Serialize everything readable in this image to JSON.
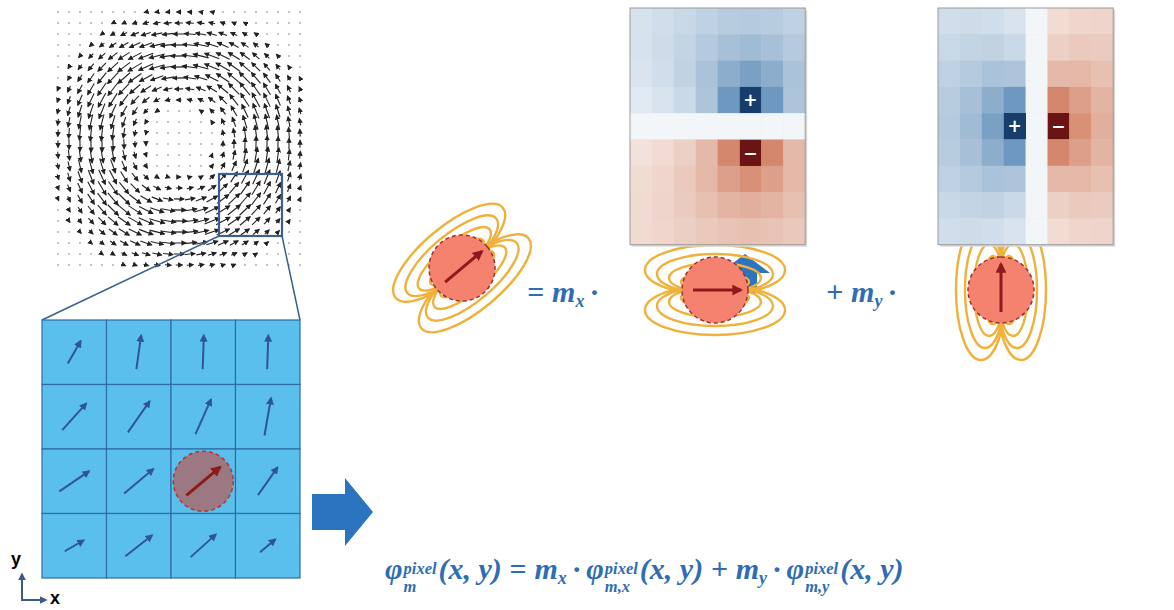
{
  "diagram": {
    "labels": [
      "+",
      "−",
      "+",
      "−",
      "=",
      "m",
      "x",
      "·",
      "+",
      "m",
      "y",
      "·",
      "φ",
      "m",
      "pixel",
      "(x, y) =",
      "m",
      "x",
      "·",
      "φ",
      "m,x",
      "pixel",
      "(x, y) +",
      "m",
      "y",
      "·",
      "φ",
      "m,y",
      "pixel",
      "(x, y)",
      "y",
      "x"
    ]
  }
}
